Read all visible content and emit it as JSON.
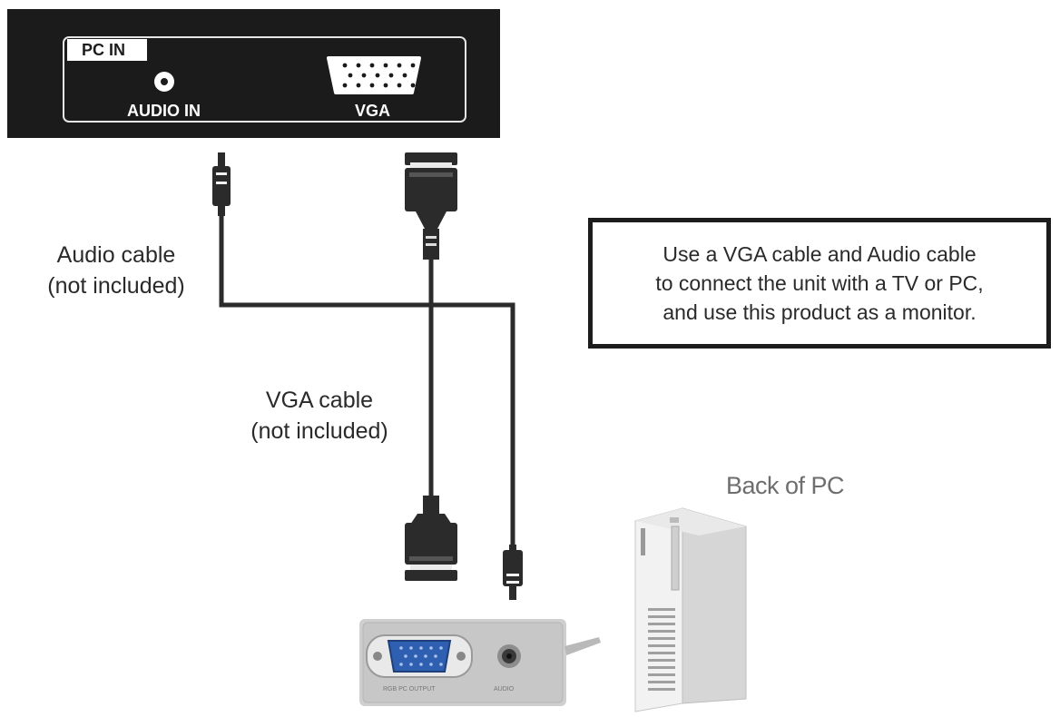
{
  "panel": {
    "section_label": "PC IN",
    "audio_port_label": "AUDIO IN",
    "vga_port_label": "VGA"
  },
  "labels": {
    "audio_cable": [
      "Audio cable",
      "(not included)"
    ],
    "vga_cable": [
      "VGA cable",
      "(not included)"
    ],
    "back_of_pc": "Back of PC"
  },
  "info_box": {
    "lines": [
      "Use a VGA cable and Audio cable",
      "to connect the unit with a TV or PC,",
      "and use this product as a monitor."
    ]
  },
  "pc_ports": {
    "vga_caption": "RGB PC OUTPUT",
    "audio_caption": "AUDIO"
  },
  "colors": {
    "panel": "#1b1b1b",
    "cable": "#2b2b2b",
    "vga_port_blue": "#2f5fb0",
    "pc_body": "#dcdcdc"
  }
}
